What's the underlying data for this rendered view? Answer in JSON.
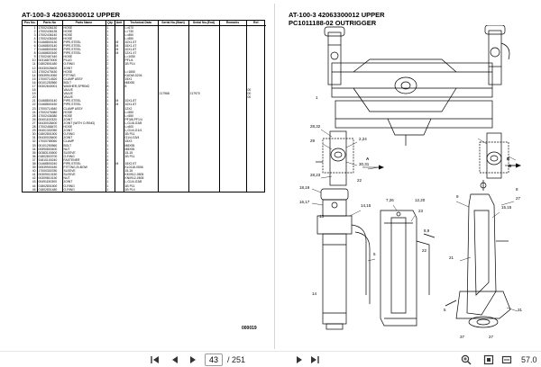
{
  "left_page": {
    "title": "AT-100-3 42063300012 UPPER",
    "columns": [
      "Pos No.",
      "Parts No",
      "Parts Name",
      "Qty",
      "Unit",
      "Technical Data",
      "Serial No.(Start)",
      "Serial No.(End)",
      "Remarks",
      "Ref."
    ],
    "rows": [
      [
        "1",
        "17002436130",
        "HOSE",
        "1",
        "",
        "L=670",
        "",
        "",
        "",
        ""
      ],
      [
        "2",
        "17002436135",
        "HOSE",
        "1",
        "",
        "L=730",
        "",
        "",
        "",
        ""
      ],
      [
        "3",
        "17002436140",
        "HOSE",
        "1",
        "",
        "L=850",
        "",
        "",
        "",
        ""
      ],
      [
        "4",
        "17002436160",
        "HOSE",
        "1",
        "",
        "L=850",
        "",
        "",
        "",
        ""
      ],
      [
        "5",
        "01468800130",
        "PIPE,STEEL",
        "1",
        "M",
        "10X1.5T",
        "",
        "",
        "",
        ""
      ],
      [
        "6",
        "01468800140",
        "PIPE,STEEL",
        "1",
        "M",
        "15X1.4T",
        "",
        "",
        "",
        ""
      ],
      [
        "7",
        "01468800150",
        "PIPE,STEEL",
        "1",
        "M",
        "10X1.8T",
        "",
        "",
        "",
        ""
      ],
      [
        "8",
        "01468800160",
        "PIPE,STEEL",
        "1",
        "M",
        "12X1.4T",
        "",
        "",
        "",
        ""
      ],
      [
        "9",
        "17002467440",
        "HOSE",
        "1",
        "",
        "L=1050",
        "",
        "",
        "",
        ""
      ],
      [
        "10",
        "00316870000",
        "PLUG",
        "2",
        "",
        "PF1/4",
        "",
        "",
        "",
        ""
      ],
      [
        "11",
        "01802801480",
        "O-RING",
        "2",
        "",
        "1B P14",
        "",
        "",
        "",
        ""
      ],
      [
        "12",
        "00430028400",
        "JOINT",
        "2",
        "",
        "",
        "",
        "",
        "",
        ""
      ],
      [
        "13",
        "17002475430",
        "HOSE",
        "1",
        "",
        "L=1650",
        "",
        "",
        "",
        ""
      ],
      [
        "14",
        "00539910050",
        "FITTING",
        "2",
        "",
        "KUDW-0204",
        "",
        "",
        "",
        ""
      ],
      [
        "15",
        "17000714520",
        "CLAMP ASSY",
        "1",
        "",
        "15X1",
        "",
        "",
        "",
        ""
      ],
      [
        "16",
        "00101250560",
        "BOLT",
        "1",
        "",
        "M8X50",
        "",
        "",
        "",
        ""
      ],
      [
        "17",
        "00302840001",
        "WASHER,SPRING",
        "8",
        "",
        "8",
        "",
        "",
        "",
        ""
      ],
      [
        "18",
        "",
        "VALVE",
        "1",
        "",
        "",
        "",
        "",
        "",
        "00"
      ],
      [
        "19",
        "",
        "VALVE",
        "1",
        "",
        "",
        "217968",
        "217970",
        "",
        "00"
      ],
      [
        "20",
        "",
        "VALVE",
        "1",
        "",
        "",
        "",
        "",
        "",
        "00"
      ],
      [
        "21",
        "01468800140",
        "PIPE,STEEL",
        "1",
        "M",
        "10X1.8T",
        "",
        "",
        "",
        ""
      ],
      [
        "22",
        "01468800150",
        "PIPE,STEEL",
        "1",
        "M",
        "10X1.8T",
        "",
        "",
        "",
        ""
      ],
      [
        "23",
        "17000714540",
        "CLAMP ASSY",
        "1",
        "",
        "12X2",
        "",
        "",
        "",
        ""
      ],
      [
        "24",
        "17002476380",
        "HOSE",
        "1",
        "",
        "L=550",
        "",
        "",
        "",
        ""
      ],
      [
        "25",
        "17002436380",
        "HOSE",
        "1",
        "",
        "L=550",
        "",
        "",
        "",
        ""
      ],
      [
        "26",
        "00401100320",
        "JOINT",
        "1",
        "",
        "PF3/8-PF1/4",
        "",
        "",
        "",
        ""
      ],
      [
        "27",
        "00430028400",
        "JOINT (WITH O-RING)",
        "1",
        "",
        "L,G1/8-G3/8",
        "",
        "",
        "",
        ""
      ],
      [
        "28",
        "17002468470",
        "HOSE",
        "1",
        "",
        "L=600",
        "",
        "",
        "",
        ""
      ],
      [
        "29",
        "00401302050",
        "JOINT",
        "1",
        "",
        "L,G1/4-G1/4",
        "",
        "",
        "",
        ""
      ],
      [
        "30",
        "01802801500",
        "O-RING",
        "1",
        "",
        "1B P11",
        "",
        "",
        "",
        ""
      ],
      [
        "31",
        "00430028400",
        "JOINT",
        "1",
        "",
        "G1/4-G3/4",
        "",
        "",
        "",
        ""
      ],
      [
        "32",
        "17000785060",
        "CLAMP",
        "1",
        "",
        "15X3",
        "",
        "",
        "",
        ""
      ],
      [
        "33",
        "00101250560",
        "BOLT",
        "1",
        "",
        "M8X55",
        "",
        "",
        "",
        ""
      ],
      [
        "34",
        "00590800400",
        "NUT",
        "1",
        "",
        "M8X55",
        "",
        "",
        "",
        ""
      ],
      [
        "35",
        "00383100600",
        "SLEEVE",
        "1",
        "",
        "15-15",
        "",
        "",
        "",
        ""
      ],
      [
        "36",
        "01802803700",
        "O-RING",
        "1",
        "",
        "1B P11",
        "",
        "",
        "",
        ""
      ],
      [
        "37",
        "91810100240",
        "FASTENER",
        "4",
        "",
        "",
        "",
        "",
        "",
        ""
      ],
      [
        "38",
        "01468800240",
        "PIPE,STEEL",
        "1",
        "M",
        "15X2.5T",
        "",
        "",
        "",
        ""
      ],
      [
        "39",
        "00539900180",
        "FITTING,ELBOW",
        "1",
        "",
        "KL0118-0506",
        "",
        "",
        "",
        ""
      ],
      [
        "40",
        "17000300780",
        "SLEEVE",
        "1",
        "",
        "15-15",
        "",
        "",
        "",
        ""
      ],
      [
        "41",
        "00309010150",
        "SLEEVE",
        "1",
        "",
        "KK0912-0505",
        "",
        "",
        "",
        ""
      ],
      [
        "42",
        "00309810130",
        "NUT",
        "1",
        "",
        "KN0912-0505",
        "",
        "",
        "",
        ""
      ],
      [
        "43",
        "00491150300",
        "JOINT",
        "1",
        "",
        "L,G1/4-G3/8",
        "",
        "",
        "",
        ""
      ],
      [
        "44",
        "01802801500",
        "O-RING",
        "1",
        "",
        "1B P11",
        "",
        "",
        "",
        ""
      ],
      [
        "45",
        "01802801480",
        "O-RING",
        "1",
        "",
        "1B P14",
        "",
        "",
        "",
        ""
      ]
    ],
    "page_code": "000019"
  },
  "right_page": {
    "title": "AT-100-3 42063300012 UPPER",
    "subtitle": "PC1011188-02 OUTRIGGER",
    "callouts": [
      "28,32",
      "29",
      "2,24",
      "30,31",
      "28,23",
      "22",
      "1",
      "A",
      "B",
      "B",
      "18,19",
      "16,17",
      "14,15",
      "7,26",
      "23",
      "5",
      "9",
      "15,15",
      "27",
      "21",
      "22",
      "8,9",
      "12,20",
      "8",
      "13",
      "14",
      "37",
      "27",
      "31",
      "5"
    ]
  },
  "viewer": {
    "current_page": "43",
    "total_pages": "/ 251",
    "zoom": "57.0"
  }
}
